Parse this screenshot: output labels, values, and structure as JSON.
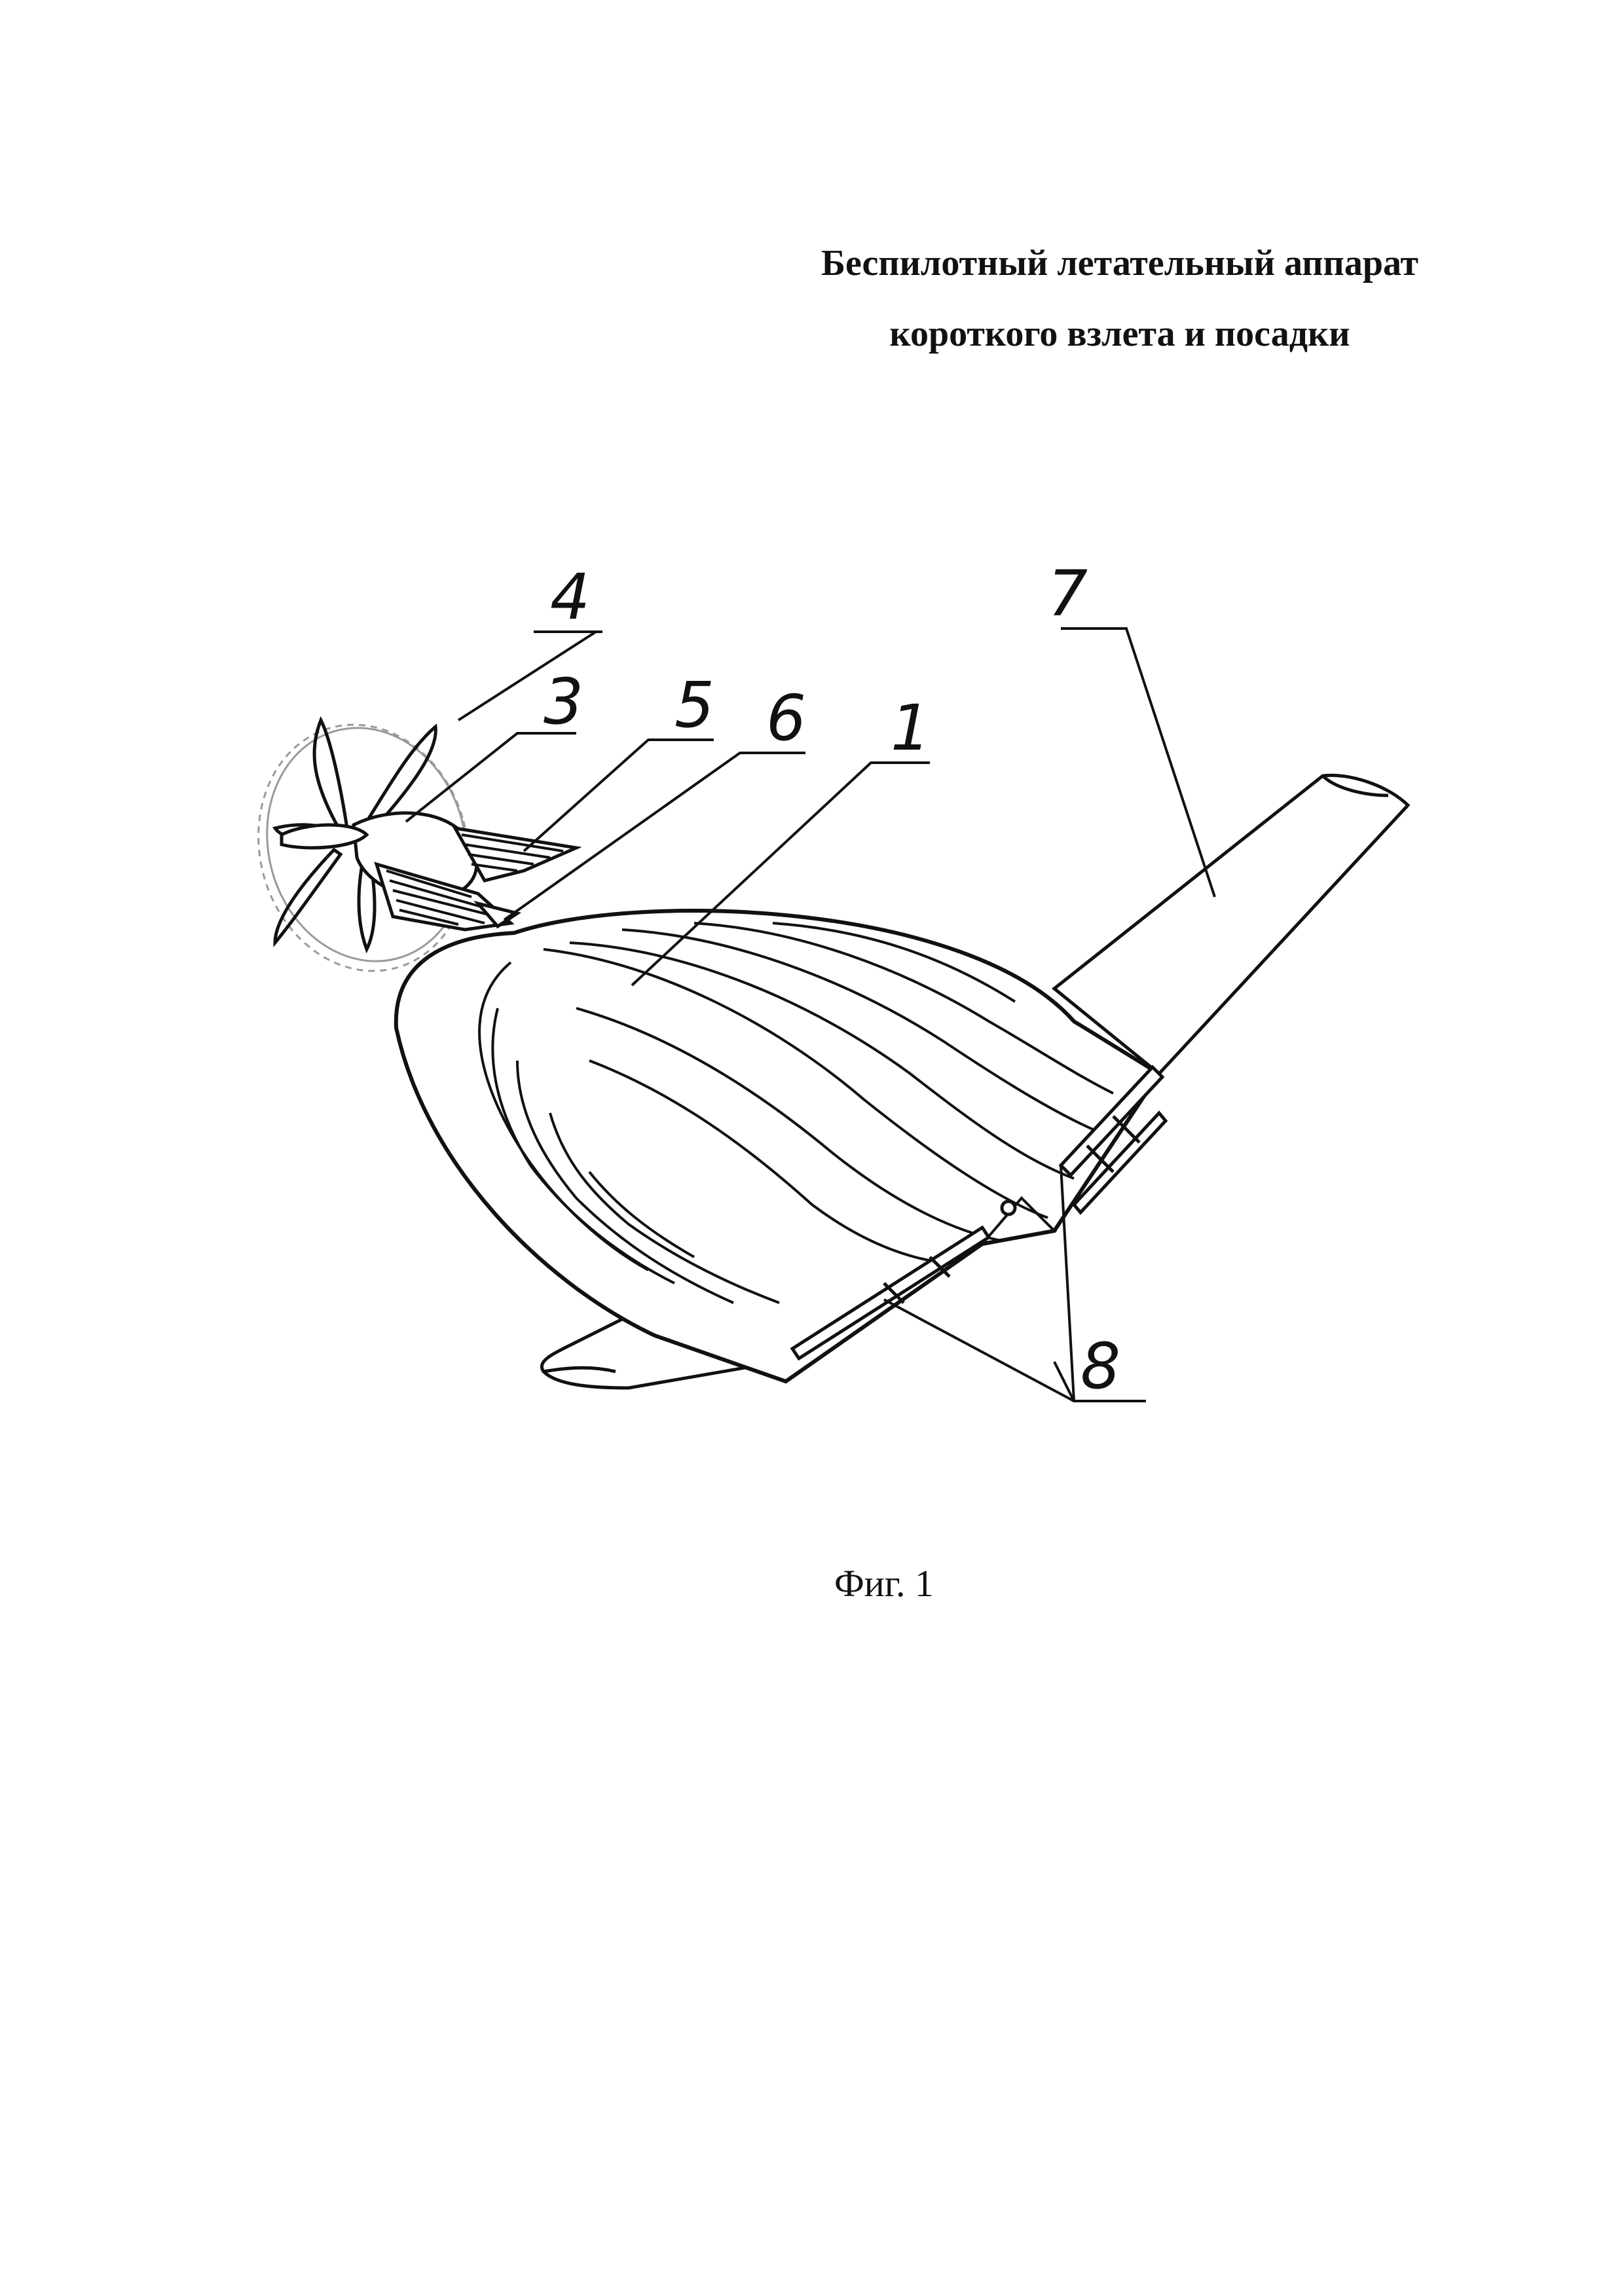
{
  "document": {
    "title_line_1": "Беспилотный летательный аппарат",
    "title_line_2": "короткого взлета и посадки",
    "figure_caption": "Фиг. 1"
  },
  "callouts": [
    "4",
    "3",
    "5",
    "6",
    "1",
    "7",
    "8"
  ],
  "colors": {
    "ink": "#111111",
    "propeller_disc": "#9a9a9a",
    "paper": "#ffffff"
  }
}
